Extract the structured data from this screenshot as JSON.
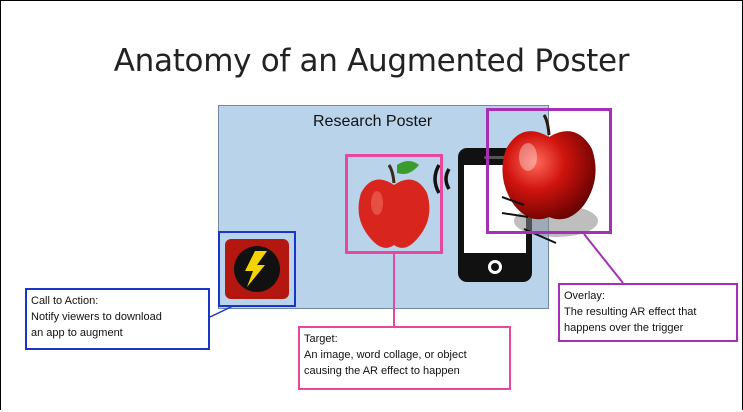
{
  "slide": {
    "title": "Anatomy of an Augmented Poster",
    "poster_label": "Research Poster"
  },
  "callouts": {
    "cta": {
      "line1": "Call to Action:",
      "line2": "Notify viewers to download",
      "line3": "an app to augment"
    },
    "target": {
      "line1": "Target:",
      "line2": "An image, word collage, or object",
      "line3": "causing the AR effect to happen"
    },
    "overlay": {
      "line1": "Overlay:",
      "line2": "The resulting AR effect that",
      "line3": "happens over the trigger"
    }
  },
  "icons": {
    "app": "lightning-app-icon",
    "target_apple": "apple-icon",
    "signal": "signal-waves-icon",
    "phone": "smartphone-icon",
    "overlay_apple": "3d-apple-icon"
  },
  "colors": {
    "cta_border": "#1a36c8",
    "target_border": "#e8489b",
    "overlay_border": "#a62fb7",
    "poster_bg": "#b9d3ea"
  }
}
